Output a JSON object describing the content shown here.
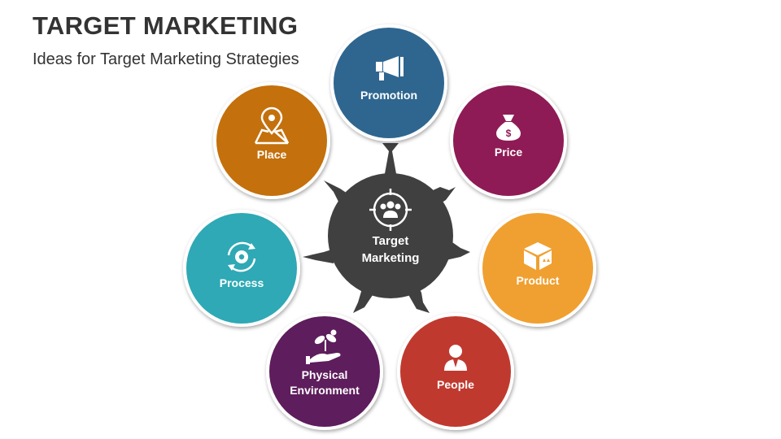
{
  "slide": {
    "title": "TARGET MARKETING",
    "subtitle": "Ideas for Target Marketing Strategies"
  },
  "hub": {
    "label_line1": "Target",
    "label_line2": "Marketing",
    "color": "#404040",
    "icon": "target-audience-icon"
  },
  "nodes": [
    {
      "key": "promotion",
      "label": "Promotion",
      "color": "#2E6690",
      "icon": "megaphone-icon"
    },
    {
      "key": "price",
      "label": "Price",
      "color": "#8E1B55",
      "icon": "money-bag-icon"
    },
    {
      "key": "product",
      "label": "Product",
      "color": "#F0A030",
      "icon": "box-icon"
    },
    {
      "key": "people",
      "label": "People",
      "color": "#C0392F",
      "icon": "person-icon"
    },
    {
      "key": "physical-environment",
      "label_line1": "Physical",
      "label_line2": "Environment",
      "color": "#5E1D5C",
      "icon": "plant-in-hand-icon"
    },
    {
      "key": "process",
      "label": "Process",
      "color": "#2EA9B5",
      "icon": "gear-cycle-icon"
    },
    {
      "key": "place",
      "label": "Place",
      "color": "#C4700C",
      "icon": "map-pin-icon"
    }
  ]
}
